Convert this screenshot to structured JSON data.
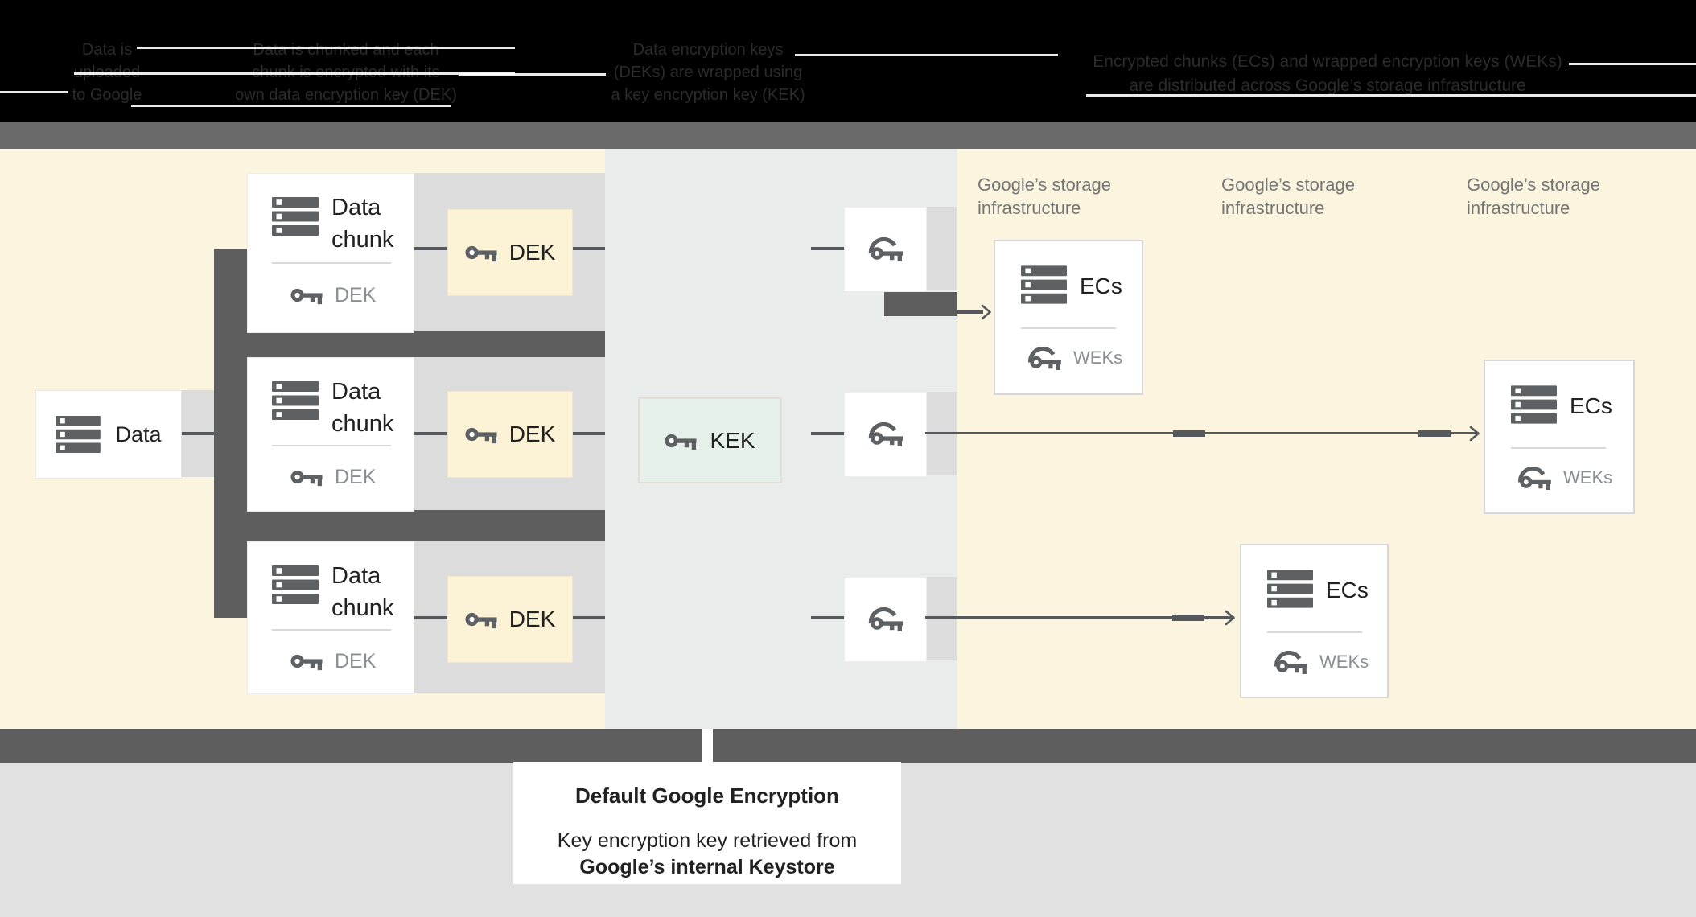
{
  "colors": {
    "cream": "#fbf4df",
    "section_gray": "#e8eceb",
    "dark_gray": "#5e5e5e",
    "band_gray": "#6a6a6a",
    "strip_gray": "#dcdcdc",
    "dek_yellow": "#fcf3d7",
    "kek_mint": "#e7f1ec",
    "bottom_gray": "#e1e1e1",
    "icon_gray": "#5d6164",
    "text_dark": "#212121",
    "text_gray": "#8a8f92",
    "infra_gray": "#757575",
    "line_gray": "#55585c"
  },
  "header": {
    "columns": [
      {
        "lines": [
          "Data is",
          "uploaded",
          "to Google"
        ]
      },
      {
        "lines": [
          "Data is chunked and each",
          "chunk is encrypted with its",
          "own data encryption key (DEK)"
        ]
      },
      {
        "lines": [
          "Data encryption keys",
          "(DEKs) are wrapped using",
          "a key encryption key (KEK)"
        ]
      },
      {
        "lines": [
          "Encrypted chunks (ECs) and wrapped encryption keys (WEKs)",
          "are distributed across Google’s storage infrastructure"
        ]
      }
    ]
  },
  "diagram": {
    "data_box": {
      "label": "Data"
    },
    "chunk_cards": [
      {
        "title": "Data chunk",
        "key_label": "DEK"
      },
      {
        "title": "Data chunk",
        "key_label": "DEK"
      },
      {
        "title": "Data chunk",
        "key_label": "DEK"
      }
    ],
    "dek_boxes": [
      {
        "label": "DEK"
      },
      {
        "label": "DEK"
      },
      {
        "label": "DEK"
      }
    ],
    "kek_box": {
      "label": "KEK"
    },
    "storage_labels": [
      {
        "line1": "Google’s storage",
        "line2": "infrastructure"
      },
      {
        "line1": "Google’s storage",
        "line2": "infrastructure"
      },
      {
        "line1": "Google’s storage",
        "line2": "infrastructure"
      }
    ],
    "ec_cards": [
      {
        "title": "ECs",
        "key_label": "WEKs"
      },
      {
        "title": "ECs",
        "key_label": "WEKs"
      },
      {
        "title": "ECs",
        "key_label": "WEKs"
      }
    ]
  },
  "caption": {
    "title": "Default Google Encryption",
    "body_line1": "Key encryption key retrieved from",
    "body_line2": "Google’s internal Keystore"
  }
}
